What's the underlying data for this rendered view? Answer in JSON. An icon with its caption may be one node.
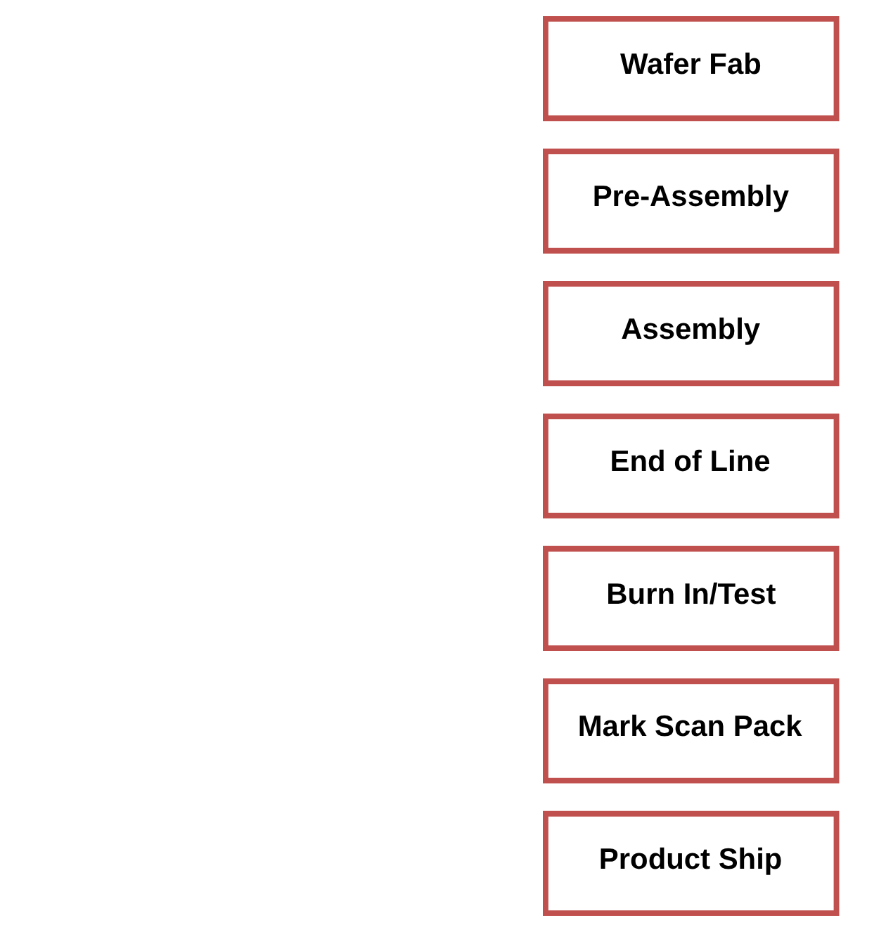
{
  "diagram": {
    "nodes": [
      {
        "text": [
          "Wafer Fab"
        ]
      },
      {
        "text": [
          "Pre-Assembly"
        ]
      },
      {
        "text": [
          "Assembly"
        ]
      },
      {
        "text": [
          "End of Line"
        ]
      },
      {
        "text": [
          "Burn In/Test"
        ]
      },
      {
        "text": [
          "Mark Scan Pack"
        ]
      },
      {
        "text": [
          "Product Ship"
        ]
      }
    ]
  }
}
